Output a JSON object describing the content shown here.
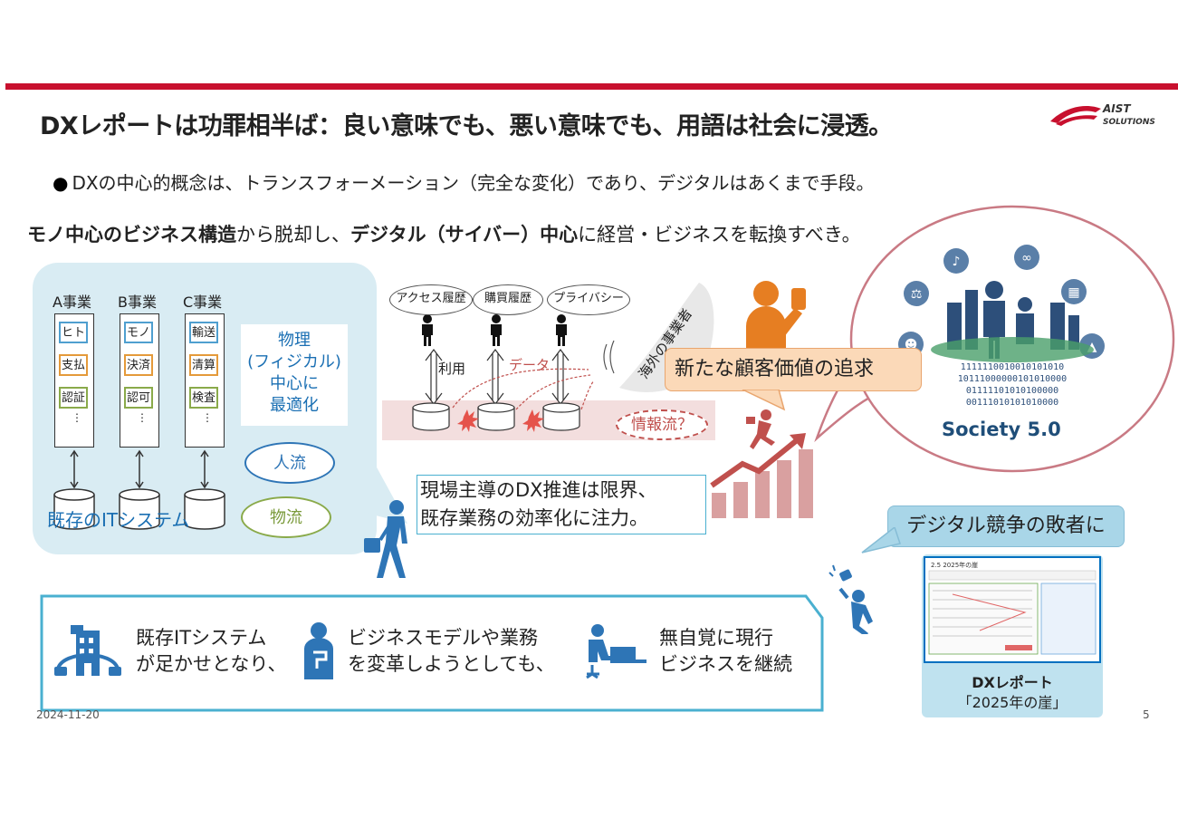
{
  "title": "DXレポートは功罪相半ば：良い意味でも、悪い意味でも、用語は社会に浸透。",
  "logo": {
    "line1": "AIST",
    "line2": "SOLUTIONS"
  },
  "bullet": {
    "marker": "●",
    "text": "DXの中心的概念は、トランスフォーメーション（完全な変化）であり、デジタルはあくまで手段。"
  },
  "lead": {
    "part1": "モノ中心のビジネス構造",
    "part2": "から脱却し、",
    "part3": "デジタル（サイバー）中心",
    "part4": "に経営・ビジネスを転換すべき。"
  },
  "left_panel": {
    "columns": [
      {
        "header": "A事業",
        "cells": [
          "ヒト",
          "支払",
          "認証"
        ]
      },
      {
        "header": "B事業",
        "cells": [
          "モノ",
          "決済",
          "認可"
        ]
      },
      {
        "header": "C事業",
        "cells": [
          "輸送",
          "清算",
          "検査"
        ]
      }
    ],
    "dots": "⋮",
    "physical": [
      "物理",
      "(フィジカル)",
      "中心に",
      "最適化"
    ],
    "people_flow": "人流",
    "goods_flow": "物流",
    "legacy": "既存のITシステム"
  },
  "middle": {
    "bubbles": [
      "アクセス履歴",
      "購買履歴",
      "プライバシー"
    ],
    "usage": "利用",
    "data": "データ",
    "info_flow": "情報流？",
    "overseas": "海外の事業者"
  },
  "value_box": "新たな顧客価値の追求",
  "society": {
    "label": "Society 5.0",
    "binary": [
      "1111110010010101010",
      "10111000000101010000",
      "01111101010100000",
      "00111010101010000"
    ]
  },
  "field_callout": [
    "現場主導のDX推進は限界、",
    "既存業務の効率化に注力。"
  ],
  "loser": "デジタル競争の敗者に",
  "report": {
    "title": "DXレポート",
    "subtitle": "「2025年の崖」",
    "doc_heading": "2.5  2025年の崖"
  },
  "bottom": [
    {
      "line1": "既存ITシステム",
      "line2": "が足かせとなり、",
      "icon": "building-chained-icon"
    },
    {
      "line1": "ビジネスモデルや業務",
      "line2": "を変革しようとしても、",
      "icon": "thinking-person-icon"
    },
    {
      "line1": "無自覚に現行",
      "line2": "ビジネスを継続",
      "icon": "desk-worker-icon"
    }
  ],
  "footer": {
    "date": "2024-11-20",
    "page": "5"
  },
  "colors": {
    "accent_red": "#c8102e",
    "panel_blue": "#d9ecf3",
    "value_orange": "#fbd9b8",
    "loser_blue": "#a9d6e8",
    "text_blue": "#1a6fb3"
  }
}
